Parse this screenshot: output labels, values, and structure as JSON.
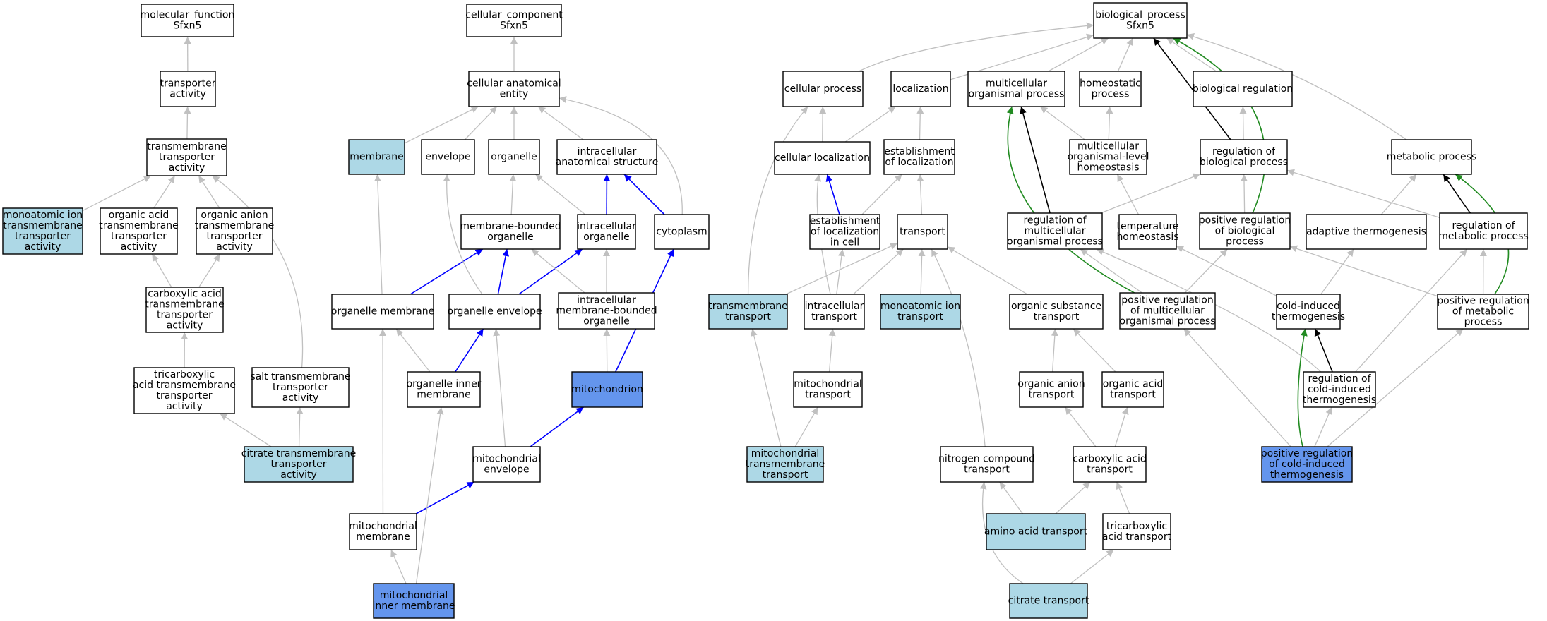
{
  "colors": {
    "default_fill": "#ffffff",
    "light_fill": "#add8e6",
    "highlight_fill": "#6495ed",
    "edge_grey": "#c0c0c0",
    "edge_blue": "#0000ff",
    "edge_green": "#228b22",
    "edge_black": "#000000"
  },
  "nodes": [
    {
      "id": "mf",
      "lines": [
        "molecular_function",
        "Sfxn5"
      ],
      "style": "default"
    },
    {
      "id": "ta",
      "lines": [
        "transporter",
        "activity"
      ],
      "style": "default"
    },
    {
      "id": "tmta",
      "lines": [
        "transmembrane",
        "transporter",
        "activity"
      ],
      "style": "default"
    },
    {
      "id": "moita",
      "lines": [
        "monoatomic ion",
        "transmembrane",
        "transporter",
        "activity"
      ],
      "style": "light"
    },
    {
      "id": "oata",
      "lines": [
        "organic acid",
        "transmembrane",
        "transporter",
        "activity"
      ],
      "style": "default"
    },
    {
      "id": "oanta",
      "lines": [
        "organic anion",
        "transmembrane",
        "transporter",
        "activity"
      ],
      "style": "default"
    },
    {
      "id": "cata",
      "lines": [
        "carboxylic acid",
        "transmembrane",
        "transporter",
        "activity"
      ],
      "style": "default"
    },
    {
      "id": "tcata",
      "lines": [
        "tricarboxylic",
        "acid transmembrane",
        "transporter",
        "activity"
      ],
      "style": "default"
    },
    {
      "id": "salt",
      "lines": [
        "salt transmembrane",
        "transporter",
        "activity"
      ],
      "style": "default"
    },
    {
      "id": "citta",
      "lines": [
        "citrate transmembrane",
        "transporter",
        "activity"
      ],
      "style": "light"
    },
    {
      "id": "cc",
      "lines": [
        "cellular_component",
        "Sfxn5"
      ],
      "style": "default"
    },
    {
      "id": "cae",
      "lines": [
        "cellular anatomical",
        "entity"
      ],
      "style": "default"
    },
    {
      "id": "membrane",
      "lines": [
        "membrane"
      ],
      "style": "light"
    },
    {
      "id": "envelope",
      "lines": [
        "envelope"
      ],
      "style": "default"
    },
    {
      "id": "organelle",
      "lines": [
        "organelle"
      ],
      "style": "default"
    },
    {
      "id": "ias",
      "lines": [
        "intracellular",
        "anatomical structure"
      ],
      "style": "default"
    },
    {
      "id": "mbo",
      "lines": [
        "membrane-bounded",
        "organelle"
      ],
      "style": "default"
    },
    {
      "id": "io",
      "lines": [
        "intracellular",
        "organelle"
      ],
      "style": "default"
    },
    {
      "id": "cyto",
      "lines": [
        "cytoplasm"
      ],
      "style": "default"
    },
    {
      "id": "om",
      "lines": [
        "organelle membrane"
      ],
      "style": "default"
    },
    {
      "id": "oe",
      "lines": [
        "organelle envelope"
      ],
      "style": "default"
    },
    {
      "id": "imbo",
      "lines": [
        "intracellular",
        "membrane-bounded",
        "organelle"
      ],
      "style": "default"
    },
    {
      "id": "oim",
      "lines": [
        "organelle inner",
        "membrane"
      ],
      "style": "default"
    },
    {
      "id": "mito",
      "lines": [
        "mitochondrion"
      ],
      "style": "highlight"
    },
    {
      "id": "menv",
      "lines": [
        "mitochondrial",
        "envelope"
      ],
      "style": "default"
    },
    {
      "id": "mmem",
      "lines": [
        "mitochondrial",
        "membrane"
      ],
      "style": "default"
    },
    {
      "id": "mim",
      "lines": [
        "mitochondrial",
        "inner membrane"
      ],
      "style": "highlight"
    },
    {
      "id": "bp",
      "lines": [
        "biological_process",
        "Sfxn5"
      ],
      "style": "default"
    },
    {
      "id": "cp",
      "lines": [
        "cellular process"
      ],
      "style": "default"
    },
    {
      "id": "loc",
      "lines": [
        "localization"
      ],
      "style": "default"
    },
    {
      "id": "mop",
      "lines": [
        "multicellular",
        "organismal process"
      ],
      "style": "default"
    },
    {
      "id": "hp",
      "lines": [
        "homeostatic",
        "process"
      ],
      "style": "default"
    },
    {
      "id": "br",
      "lines": [
        "biological regulation"
      ],
      "style": "default"
    },
    {
      "id": "cl",
      "lines": [
        "cellular localization"
      ],
      "style": "default"
    },
    {
      "id": "eol",
      "lines": [
        "establishment",
        "of localization"
      ],
      "style": "default"
    },
    {
      "id": "mlh",
      "lines": [
        "multicellular",
        "organismal-level",
        "homeostasis"
      ],
      "style": "default"
    },
    {
      "id": "rbp",
      "lines": [
        "regulation of",
        "biological process"
      ],
      "style": "default"
    },
    {
      "id": "metp",
      "lines": [
        "metabolic process"
      ],
      "style": "default"
    },
    {
      "id": "eolc",
      "lines": [
        "establishment",
        "of localization",
        "in cell"
      ],
      "style": "default"
    },
    {
      "id": "tr",
      "lines": [
        "transport"
      ],
      "style": "default"
    },
    {
      "id": "rmop",
      "lines": [
        "regulation of",
        "multicellular",
        "organismal process"
      ],
      "style": "default"
    },
    {
      "id": "th",
      "lines": [
        "temperature",
        "homeostasis"
      ],
      "style": "default"
    },
    {
      "id": "prbp",
      "lines": [
        "positive regulation",
        "of biological",
        "process"
      ],
      "style": "default"
    },
    {
      "id": "at",
      "lines": [
        "adaptive thermogenesis"
      ],
      "style": "default"
    },
    {
      "id": "rmp",
      "lines": [
        "regulation of",
        "metabolic process"
      ],
      "style": "default"
    },
    {
      "id": "tmt",
      "lines": [
        "transmembrane",
        "transport"
      ],
      "style": "light"
    },
    {
      "id": "ict",
      "lines": [
        "intracellular",
        "transport"
      ],
      "style": "default"
    },
    {
      "id": "mit",
      "lines": [
        "monoatomic ion",
        "transport"
      ],
      "style": "light"
    },
    {
      "id": "ost",
      "lines": [
        "organic substance",
        "transport"
      ],
      "style": "default"
    },
    {
      "id": "prmop",
      "lines": [
        "positive regulation",
        "of multicellular",
        "organismal process"
      ],
      "style": "default"
    },
    {
      "id": "cit",
      "lines": [
        "cold-induced",
        "thermogenesis"
      ],
      "style": "default"
    },
    {
      "id": "prmp",
      "lines": [
        "positive regulation",
        "of metabolic",
        "process"
      ],
      "style": "default"
    },
    {
      "id": "mt",
      "lines": [
        "mitochondrial",
        "transport"
      ],
      "style": "default"
    },
    {
      "id": "oant",
      "lines": [
        "organic anion",
        "transport"
      ],
      "style": "default"
    },
    {
      "id": "oat",
      "lines": [
        "organic acid",
        "transport"
      ],
      "style": "default"
    },
    {
      "id": "rcit",
      "lines": [
        "regulation of",
        "cold-induced",
        "thermogenesis"
      ],
      "style": "default"
    },
    {
      "id": "mtt",
      "lines": [
        "mitochondrial",
        "transmembrane",
        "transport"
      ],
      "style": "light"
    },
    {
      "id": "nct",
      "lines": [
        "nitrogen compound",
        "transport"
      ],
      "style": "default"
    },
    {
      "id": "cat",
      "lines": [
        "carboxylic acid",
        "transport"
      ],
      "style": "default"
    },
    {
      "id": "prcit",
      "lines": [
        "positive regulation",
        "of cold-induced",
        "thermogenesis"
      ],
      "style": "highlight"
    },
    {
      "id": "aat",
      "lines": [
        "amino acid transport"
      ],
      "style": "light"
    },
    {
      "id": "tcat",
      "lines": [
        "tricarboxylic",
        "acid transport"
      ],
      "style": "default"
    },
    {
      "id": "citt",
      "lines": [
        "citrate transport"
      ],
      "style": "light"
    }
  ],
  "edges": [
    {
      "from": "ta",
      "to": "mf",
      "kind": "grey"
    },
    {
      "from": "tmta",
      "to": "ta",
      "kind": "grey"
    },
    {
      "from": "moita",
      "to": "tmta",
      "kind": "grey"
    },
    {
      "from": "oata",
      "to": "tmta",
      "kind": "grey"
    },
    {
      "from": "oanta",
      "to": "tmta",
      "kind": "grey"
    },
    {
      "from": "salt",
      "to": "tmta",
      "kind": "grey"
    },
    {
      "from": "cata",
      "to": "oata",
      "kind": "grey"
    },
    {
      "from": "cata",
      "to": "oanta",
      "kind": "grey"
    },
    {
      "from": "tcata",
      "to": "cata",
      "kind": "grey"
    },
    {
      "from": "citta",
      "to": "tcata",
      "kind": "grey"
    },
    {
      "from": "citta",
      "to": "salt",
      "kind": "grey"
    },
    {
      "from": "cae",
      "to": "cc",
      "kind": "grey"
    },
    {
      "from": "membrane",
      "to": "cae",
      "kind": "grey"
    },
    {
      "from": "envelope",
      "to": "cae",
      "kind": "grey"
    },
    {
      "from": "organelle",
      "to": "cae",
      "kind": "grey"
    },
    {
      "from": "ias",
      "to": "cae",
      "kind": "grey"
    },
    {
      "from": "cyto",
      "to": "cae",
      "kind": "grey"
    },
    {
      "from": "mbo",
      "to": "organelle",
      "kind": "grey"
    },
    {
      "from": "io",
      "to": "organelle",
      "kind": "grey"
    },
    {
      "from": "io",
      "to": "ias",
      "kind": "blue"
    },
    {
      "from": "cyto",
      "to": "ias",
      "kind": "blue"
    },
    {
      "from": "om",
      "to": "membrane",
      "kind": "grey"
    },
    {
      "from": "om",
      "to": "mbo",
      "kind": "blue"
    },
    {
      "from": "oe",
      "to": "envelope",
      "kind": "grey"
    },
    {
      "from": "oe",
      "to": "mbo",
      "kind": "blue"
    },
    {
      "from": "oe",
      "to": "io",
      "kind": "blue"
    },
    {
      "from": "imbo",
      "to": "mbo",
      "kind": "grey"
    },
    {
      "from": "imbo",
      "to": "io",
      "kind": "grey"
    },
    {
      "from": "oim",
      "to": "om",
      "kind": "grey"
    },
    {
      "from": "oim",
      "to": "oe",
      "kind": "blue"
    },
    {
      "from": "mito",
      "to": "imbo",
      "kind": "grey"
    },
    {
      "from": "mito",
      "to": "cyto",
      "kind": "blue"
    },
    {
      "from": "menv",
      "to": "oe",
      "kind": "grey"
    },
    {
      "from": "menv",
      "to": "mito",
      "kind": "blue"
    },
    {
      "from": "mmem",
      "to": "om",
      "kind": "grey"
    },
    {
      "from": "mmem",
      "to": "menv",
      "kind": "blue"
    },
    {
      "from": "mim",
      "to": "mmem",
      "kind": "grey"
    },
    {
      "from": "mim",
      "to": "oim",
      "kind": "grey"
    },
    {
      "from": "cp",
      "to": "bp",
      "kind": "grey"
    },
    {
      "from": "loc",
      "to": "bp",
      "kind": "grey"
    },
    {
      "from": "mop",
      "to": "bp",
      "kind": "grey"
    },
    {
      "from": "hp",
      "to": "bp",
      "kind": "grey"
    },
    {
      "from": "br",
      "to": "bp",
      "kind": "grey"
    },
    {
      "from": "metp",
      "to": "bp",
      "kind": "grey"
    },
    {
      "from": "rbp",
      "to": "bp",
      "kind": "black"
    },
    {
      "from": "prbp",
      "to": "bp",
      "kind": "green"
    },
    {
      "from": "cl",
      "to": "cp",
      "kind": "grey"
    },
    {
      "from": "cl",
      "to": "loc",
      "kind": "grey"
    },
    {
      "from": "eol",
      "to": "loc",
      "kind": "grey"
    },
    {
      "from": "mlh",
      "to": "mop",
      "kind": "grey"
    },
    {
      "from": "mlh",
      "to": "hp",
      "kind": "grey"
    },
    {
      "from": "rbp",
      "to": "br",
      "kind": "grey"
    },
    {
      "from": "eolc",
      "to": "cl",
      "kind": "blue"
    },
    {
      "from": "eolc",
      "to": "eol",
      "kind": "grey"
    },
    {
      "from": "tr",
      "to": "eol",
      "kind": "grey"
    },
    {
      "from": "rmop",
      "to": "rbp",
      "kind": "grey"
    },
    {
      "from": "rmop",
      "to": "mop",
      "kind": "black"
    },
    {
      "from": "th",
      "to": "mlh",
      "kind": "grey"
    },
    {
      "from": "prbp",
      "to": "rbp",
      "kind": "grey"
    },
    {
      "from": "at",
      "to": "metp",
      "kind": "grey"
    },
    {
      "from": "rmp",
      "to": "metp",
      "kind": "black"
    },
    {
      "from": "rmp",
      "to": "rbp",
      "kind": "grey"
    },
    {
      "from": "tmt",
      "to": "tr",
      "kind": "grey"
    },
    {
      "from": "ict",
      "to": "tr",
      "kind": "grey"
    },
    {
      "from": "ict",
      "to": "cl",
      "kind": "grey"
    },
    {
      "from": "ict",
      "to": "eolc",
      "kind": "grey"
    },
    {
      "from": "mit",
      "to": "tr",
      "kind": "grey"
    },
    {
      "from": "ost",
      "to": "tr",
      "kind": "grey"
    },
    {
      "from": "nct",
      "to": "tr",
      "kind": "grey"
    },
    {
      "from": "tmt",
      "to": "cp",
      "kind": "grey"
    },
    {
      "from": "prmop",
      "to": "rmop",
      "kind": "grey"
    },
    {
      "from": "prmop",
      "to": "prbp",
      "kind": "grey"
    },
    {
      "from": "prmop",
      "to": "mop",
      "kind": "green"
    },
    {
      "from": "cit",
      "to": "at",
      "kind": "grey"
    },
    {
      "from": "cit",
      "to": "th",
      "kind": "grey"
    },
    {
      "from": "prmp",
      "to": "rmp",
      "kind": "grey"
    },
    {
      "from": "prmp",
      "to": "prbp",
      "kind": "grey"
    },
    {
      "from": "prmp",
      "to": "metp",
      "kind": "green"
    },
    {
      "from": "mt",
      "to": "ict",
      "kind": "grey"
    },
    {
      "from": "oant",
      "to": "ost",
      "kind": "grey"
    },
    {
      "from": "oat",
      "to": "ost",
      "kind": "grey"
    },
    {
      "from": "rcit",
      "to": "cit",
      "kind": "black"
    },
    {
      "from": "rcit",
      "to": "rmp",
      "kind": "grey"
    },
    {
      "from": "rcit",
      "to": "rmop",
      "kind": "grey"
    },
    {
      "from": "mtt",
      "to": "mt",
      "kind": "grey"
    },
    {
      "from": "mtt",
      "to": "tmt",
      "kind": "grey"
    },
    {
      "from": "cat",
      "to": "oant",
      "kind": "grey"
    },
    {
      "from": "cat",
      "to": "oat",
      "kind": "grey"
    },
    {
      "from": "prcit",
      "to": "rcit",
      "kind": "grey"
    },
    {
      "from": "prcit",
      "to": "cit",
      "kind": "green"
    },
    {
      "from": "prcit",
      "to": "prmop",
      "kind": "grey"
    },
    {
      "from": "prcit",
      "to": "prmp",
      "kind": "grey"
    },
    {
      "from": "aat",
      "to": "cat",
      "kind": "grey"
    },
    {
      "from": "aat",
      "to": "nct",
      "kind": "grey"
    },
    {
      "from": "tcat",
      "to": "cat",
      "kind": "grey"
    },
    {
      "from": "citt",
      "to": "tcat",
      "kind": "grey"
    },
    {
      "from": "citt",
      "to": "nct",
      "kind": "grey"
    }
  ]
}
